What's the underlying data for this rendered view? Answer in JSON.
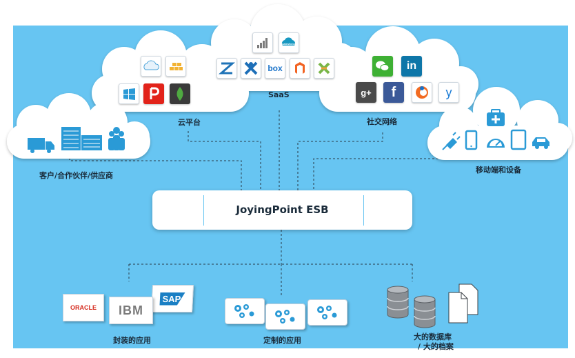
{
  "diagram": {
    "esb_title": "JoyingPoint ESB",
    "clouds": {
      "partners": {
        "label": "客户/合作伙伴/供应商",
        "icons": [
          "truck-icon",
          "building-icon",
          "warehouse-icon",
          "people-icon"
        ]
      },
      "cloud_platform": {
        "label": "云平台",
        "icons": [
          "cloud-service-icon",
          "cloud-storage-icon",
          "windows-icon",
          "parse-icon",
          "mongodb-icon"
        ]
      },
      "saas": {
        "label": "SaaS",
        "icons": [
          "bar-chart-icon",
          "salesforce-icon",
          "zendesk-icon",
          "x-app-icon",
          "box-icon",
          "magento-icon",
          "netsuite-icon"
        ],
        "text": {
          "salesforce": "salesforce",
          "box": "box"
        }
      },
      "social": {
        "label": "社交网络",
        "icons": [
          "wechat-icon",
          "linkedin-icon",
          "google-plus-icon",
          "facebook-icon",
          "constant-contact-icon",
          "yammer-icon"
        ],
        "text": {
          "linkedin": "in",
          "google_plus": "g+",
          "facebook": "f",
          "yammer": "y"
        }
      },
      "mobile": {
        "label": "移动端和设备",
        "icons": [
          "medical-kit-icon",
          "plug-icon",
          "phone-icon",
          "gauge-icon",
          "tablet-icon",
          "car-icon"
        ]
      }
    },
    "bottom": {
      "packaged": {
        "label": "封装的应用",
        "logos": [
          "ORACLE",
          "IBM",
          "SAP"
        ]
      },
      "custom": {
        "label": "定制的应用"
      },
      "data": {
        "label_line1": "大的数据库",
        "label_line2": "/ 大的档案"
      }
    },
    "colors": {
      "background": "#67c5f2",
      "cloud": "#ffffff",
      "connector": "#2a3a48",
      "text": "#1a2b3a"
    }
  }
}
